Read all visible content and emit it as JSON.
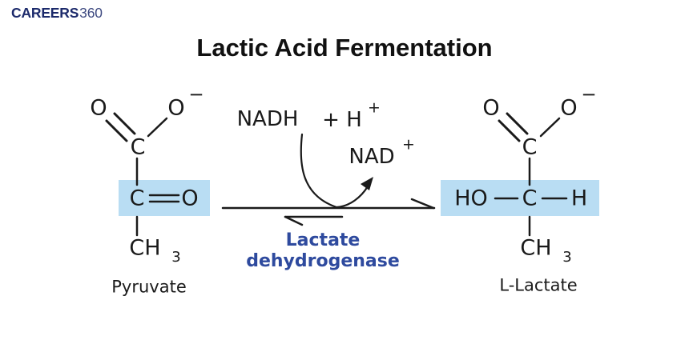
{
  "logo": {
    "bold": "CAREERS",
    "light": "360"
  },
  "title": "Lactic Acid Fermentation",
  "colors": {
    "ink": "#1a1a1a",
    "highlight": "#b9ddf3",
    "enzyme": "#2e4a9e",
    "navy": "#1c2a6b"
  },
  "pyruvate": {
    "label": "Pyruvate",
    "carboxyl_o": "O",
    "carboxyl_o_minus": "O",
    "minus": "−",
    "alpha_c": "C",
    "keto_c": "C",
    "keto_o": "O",
    "methyl": "CH",
    "methyl_sub": "3"
  },
  "l_lactate": {
    "label": "L-Lactate",
    "carboxyl_o": "O",
    "carboxyl_o_minus": "O",
    "minus": "−",
    "alpha_c": "C",
    "hydroxyl": "HO",
    "chiral_c": "C",
    "h": "H",
    "methyl": "CH",
    "methyl_sub": "3"
  },
  "reaction": {
    "nadh": "NADH",
    "plus": "+",
    "h": "H",
    "h_sup": "+",
    "nad": "NAD",
    "nad_sup": "+",
    "enzyme_line1": "Lactate",
    "enzyme_line2": "dehydrogenase"
  }
}
